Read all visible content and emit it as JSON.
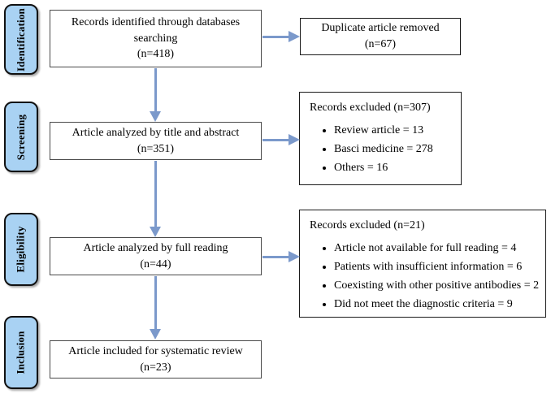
{
  "colors": {
    "arrow": "#7b99cb",
    "stage_fill": "#a9d2f3",
    "stage_border": "#111111",
    "box_border": "#4a4a4a",
    "side_box_border": "#1a1a1a",
    "background": "#ffffff"
  },
  "stages": [
    {
      "label": "Identification"
    },
    {
      "label": "Screening"
    },
    {
      "label": "Eligibility"
    },
    {
      "label": "Inclusion"
    }
  ],
  "flow": [
    {
      "title": "Records identified through databases searching",
      "n": "(n=418)"
    },
    {
      "title": "Article analyzed by title and abstract",
      "n": "(n=351)"
    },
    {
      "title": "Article analyzed by full reading",
      "n": "(n=44)"
    },
    {
      "title": "Article included for systematic review",
      "n": "(n=23)"
    }
  ],
  "side": [
    {
      "title": "Duplicate article removed",
      "n": "(n=67)",
      "bullets": []
    },
    {
      "title": "Records excluded (n=307)",
      "bullets": [
        "Review article = 13",
        "Basci  medicine = 278",
        "Others = 16"
      ]
    },
    {
      "title": "Records excluded (n=21)",
      "bullets": [
        "Article not available for full reading = 4",
        "Patients with insufficient information = 6",
        "Coexisting with other positive antibodies = 2",
        "Did not meet the diagnostic criteria = 9"
      ]
    }
  ]
}
